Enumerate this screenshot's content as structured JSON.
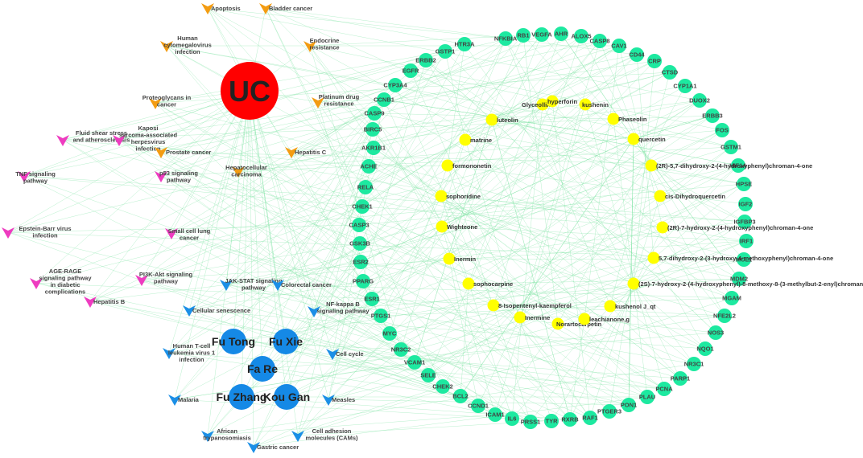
{
  "center": {
    "label": "UC",
    "color": "#ff0000"
  },
  "symptoms": {
    "color": "#1589e6",
    "items": [
      "Fu Tong",
      "Fu Xie",
      "Fa Re",
      "Fu Zhang",
      "Kou Gan"
    ]
  },
  "pathways": {
    "colors": {
      "orange": "#f39c12",
      "pink": "#ee3cc0",
      "blue": "#1b8fe6"
    },
    "items": [
      {
        "label": "Apoptosis",
        "group": "orange"
      },
      {
        "label": "Bladder cancer",
        "group": "orange"
      },
      {
        "label": "Human cytomegalovirus infection",
        "group": "orange"
      },
      {
        "label": "Endocrine resistance",
        "group": "orange"
      },
      {
        "label": "Proteoglycans in cancer",
        "group": "orange"
      },
      {
        "label": "Platinum drug resistance",
        "group": "orange"
      },
      {
        "label": "Fluid shear stress and atherosclerosis",
        "group": "pink"
      },
      {
        "label": "Kaposi sarcoma-associated herpesvirus infection",
        "group": "pink"
      },
      {
        "label": "Prostate cancer",
        "group": "orange"
      },
      {
        "label": "Hepatitis C",
        "group": "orange"
      },
      {
        "label": "TNF signaling pathway",
        "group": "pink"
      },
      {
        "label": "p53 signaling pathway",
        "group": "pink"
      },
      {
        "label": "Hepatocellular carcinoma",
        "group": "orange"
      },
      {
        "label": "Epstein-Barr virus infection",
        "group": "pink"
      },
      {
        "label": "Small cell lung cancer",
        "group": "pink"
      },
      {
        "label": "AGE-RAGE signaling pathway in diabetic complications",
        "group": "pink"
      },
      {
        "label": "PI3K-Akt signaling pathway",
        "group": "pink"
      },
      {
        "label": "JAK-STAT signaling pathway",
        "group": "blue"
      },
      {
        "label": "Colorectal cancer",
        "group": "blue"
      },
      {
        "label": "Hepatitis B",
        "group": "pink"
      },
      {
        "label": "Cellular senescence",
        "group": "blue"
      },
      {
        "label": "NF-kappa B signaling pathway",
        "group": "blue"
      },
      {
        "label": "Human T-cell leukemia virus 1 infection",
        "group": "blue"
      },
      {
        "label": "Cell cycle",
        "group": "blue"
      },
      {
        "label": "Malaria",
        "group": "blue"
      },
      {
        "label": "Measles",
        "group": "blue"
      },
      {
        "label": "African trypanosomiasis",
        "group": "blue"
      },
      {
        "label": "Cell adhesion molecules (CAMs)",
        "group": "blue"
      },
      {
        "label": "Gastric cancer",
        "group": "blue"
      }
    ]
  },
  "targets": {
    "color": "#1de9a0",
    "items": [
      "NFKBIA",
      "RB1",
      "VEGFA",
      "AHR",
      "ALOX5",
      "CASP8",
      "CAV1",
      "CD44",
      "CRP",
      "CTSD",
      "CYP1A1",
      "DUOX2",
      "ERBB3",
      "FOS",
      "GSTM1",
      "HIF1A",
      "HPSE",
      "IGF2",
      "IGFBP3",
      "IRF1",
      "MCL1",
      "MDM2",
      "MGAM",
      "NFE2L2",
      "NOS3",
      "NQO1",
      "NR3C1",
      "PARP1",
      "PCNA",
      "PLAU",
      "PON1",
      "PTGER3",
      "RAF1",
      "RXRB",
      "TYR",
      "PRSS1",
      "IL6",
      "ICAM1",
      "CCND1",
      "BCL2",
      "CHEK2",
      "SELE",
      "VCAM1",
      "NR3C2",
      "MYC",
      "PTGS1",
      "ESR1",
      "PPARG",
      "ESR2",
      "GSK3B",
      "CASP3",
      "CHEK1",
      "RELA",
      "ACHE",
      "AKR1B1",
      "BIRC5",
      "CASP9",
      "CCNB1",
      "CYP3A4",
      "EGFR",
      "ERBB2",
      "GSTP1",
      "HTR3A"
    ]
  },
  "ingredients": {
    "color": "#ffff00",
    "items": [
      "Glyceollin",
      "hyperforin",
      "kushenin",
      "luteolin",
      "Phaseolin",
      "matrine",
      "quercetin",
      "formononetin",
      "(2R)-5,7-dihydroxy-2-(4-hydroxyphenyl)chroman-4-one",
      "sophoridine",
      "cis-Dihydroquercetin",
      "Wighteone",
      "(2R)-7-hydroxy-2-(4-hydroxyphenyl)chroman-4-one",
      "Inermin",
      "5,7-dihydroxy-2-(3-hydroxy-4-methoxyphenyl)chroman-4-one",
      "sophocarpine",
      "(2S)-7-hydroxy-2-(4-hydroxyphenyl)-8-methoxy-8-(3-methylbut-2-enyl)chroman-4-one",
      "8-Isopentenyl-kaempferol",
      "kushenol J_qt",
      "Inermine",
      "Norartocarpetin",
      "leachianone,g"
    ]
  }
}
